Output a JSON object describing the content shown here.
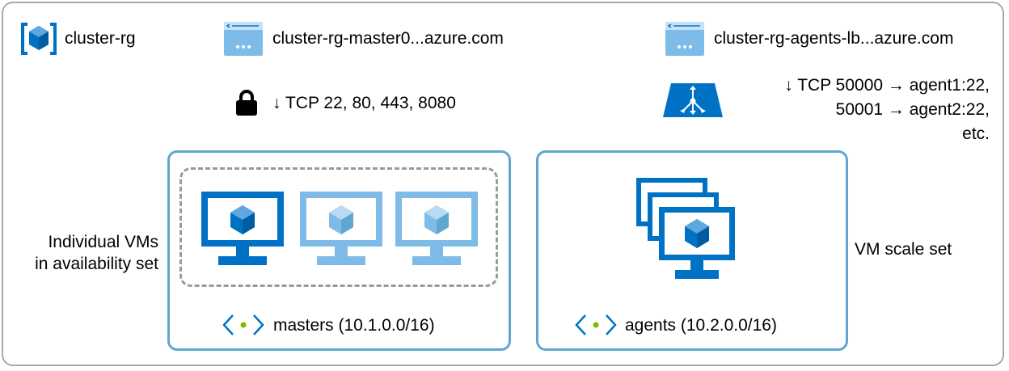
{
  "resource_group": {
    "label": "cluster-rg",
    "icon": "resource-group-icon"
  },
  "master_endpoint": {
    "label": "cluster-rg-master0...azure.com",
    "icon": "public-ip-icon"
  },
  "agents_endpoint": {
    "label": "cluster-rg-agents-lb...azure.com",
    "icon": "public-ip-icon"
  },
  "master_rules": {
    "text": "↓ TCP 22, 80, 443, 8080",
    "icon": "lock-icon"
  },
  "agent_rules": {
    "icon": "load-balancer-icon",
    "lines": [
      "↓ TCP 50000 → agent1:22,",
      "50001 → agent2:22,",
      "etc."
    ]
  },
  "masters": {
    "side_label_lines": [
      "Individual VMs",
      "in availability set"
    ],
    "subnet_label": "masters (10.1.0.0/16)",
    "vm_icons": [
      "vm-icon",
      "vm-icon",
      "vm-icon"
    ]
  },
  "agents": {
    "side_label": "VM scale set",
    "subnet_label": "agents (10.2.0.0/16)",
    "icon": "vm-scale-set-icon"
  },
  "colors": {
    "azure_blue": "#0072c6",
    "light_blue": "#7fbbe8",
    "subnet_border": "#5ea7d1",
    "frame_border": "#a9a9a9",
    "dashed_border": "#9a9a9a",
    "subnet_dot": "#7fba00"
  }
}
